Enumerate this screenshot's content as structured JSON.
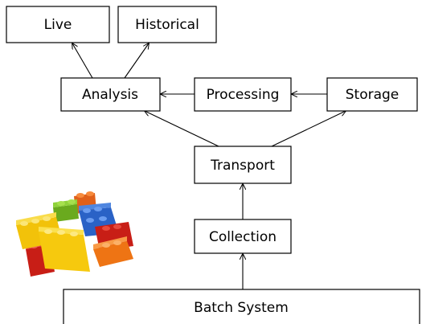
{
  "nodes": {
    "live": "Live",
    "historical": "Historical",
    "analysis": "Analysis",
    "processing": "Processing",
    "storage": "Storage",
    "transport": "Transport",
    "collection": "Collection",
    "batch_system": "Batch System"
  },
  "colors": {
    "box_stroke": "#000000",
    "box_fill": "#ffffff",
    "arrow": "#000000",
    "brick_red": "#d8261c",
    "brick_yellow": "#f6c90e",
    "brick_blue": "#2a62c6",
    "brick_green": "#7bbf2a",
    "brick_orange": "#f07a1a"
  },
  "illustration": {
    "icon": "lego-bricks-icon"
  }
}
